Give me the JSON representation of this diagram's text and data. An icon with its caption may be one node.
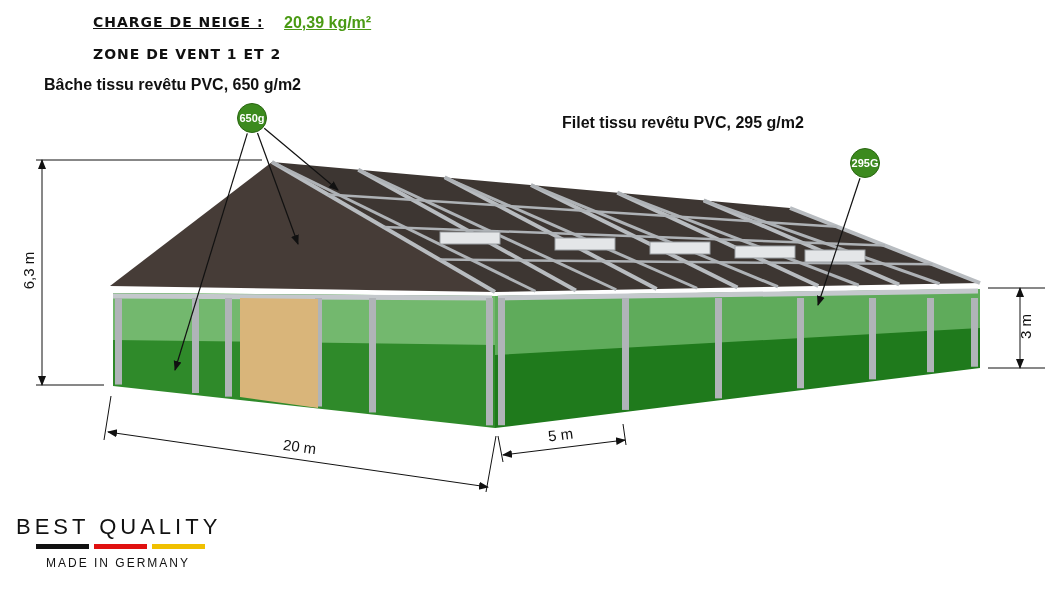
{
  "diagram": {
    "nodes": [
      {
        "text": [
          "650g"
        ]
      },
      {
        "text": [
          "295G"
        ]
      },
      {
        "text": [],
        "shape": "picture"
      },
      {
        "text": [],
        "shape": "picture"
      },
      {
        "text": [],
        "shape": "picture"
      },
      {
        "text": [],
        "shape": "picture"
      }
    ],
    "edges": [
      {
        "from": 0,
        "to": 2,
        "arrow": "to"
      },
      {
        "from": 0,
        "to": 3,
        "arrow": "to"
      },
      {
        "from": 0,
        "to": 4,
        "arrow": "to"
      },
      {
        "from": 1,
        "to": 5,
        "arrow": "to"
      }
    ],
    "labels": [
      "CHARGE DE NEIGE :",
      "20,39 kg/m²",
      "ZONE DE VENT 1 ET 2",
      "Bâche tissu revêtu PVC, 650 g/m2",
      "Filet tissu revêtu PVC, 295 g/m2",
      "6,3 m",
      "3 m",
      "20 m",
      "5 m",
      "BEST QUALITY",
      "MADE IN GERMANY"
    ]
  }
}
